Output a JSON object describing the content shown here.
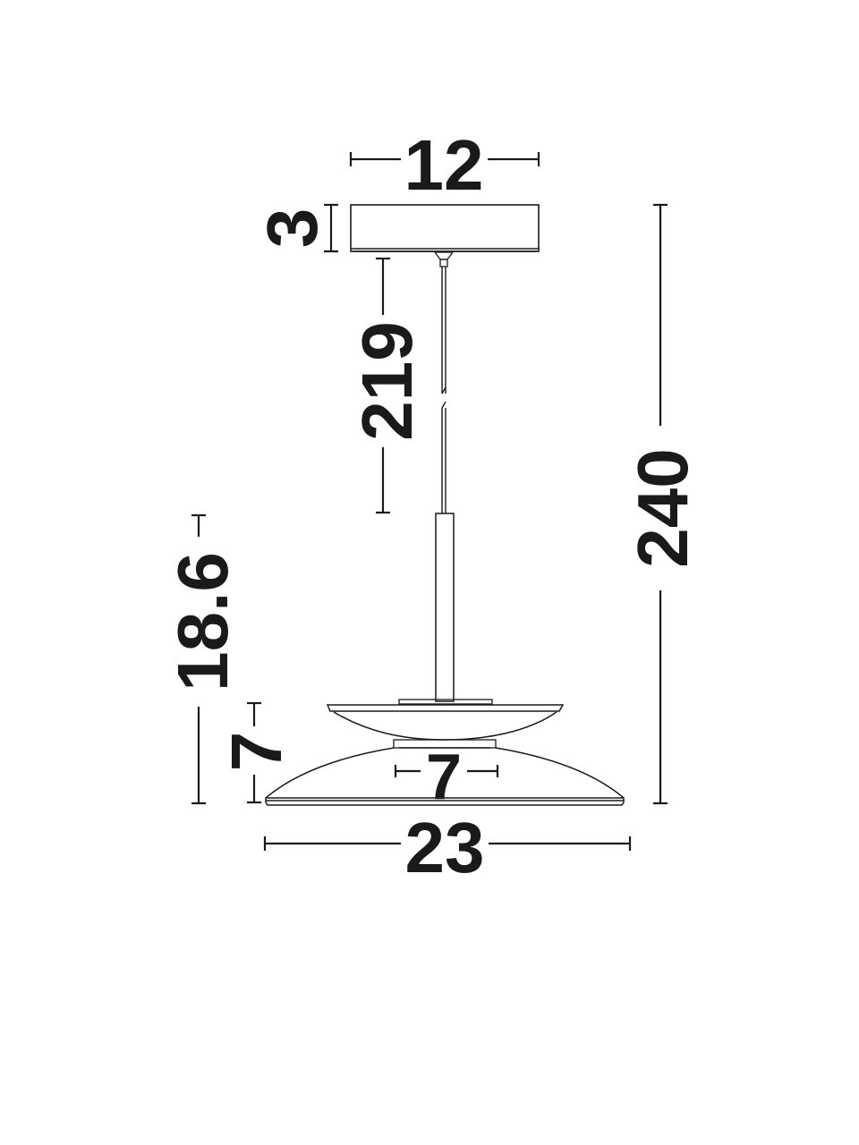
{
  "drawing": {
    "type": "pendant-lamp-dimension-drawing",
    "colors": {
      "stroke": "#1a1a1a",
      "background": "#ffffff"
    },
    "dimensions": {
      "canopy_width": "12",
      "canopy_height": "3",
      "cable_length": "219",
      "total_height": "240",
      "lamp_height": "18.6",
      "shade_height": "7",
      "neck_width": "7",
      "shade_diameter": "23"
    }
  }
}
